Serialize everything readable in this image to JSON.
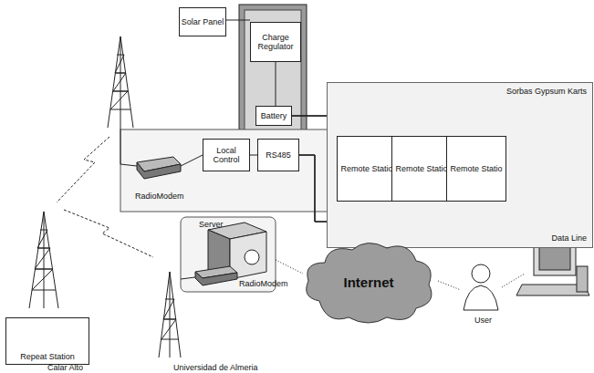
{
  "diagram": {
    "nodes": [
      {
        "text": [
          "Solar Panel"
        ]
      },
      {
        "text": [
          "Charge Regulator"
        ]
      },
      {
        "text": [
          "Battery"
        ]
      },
      {
        "text": [
          "Sorbas Gypsum Karts",
          "Data Line"
        ]
      },
      {
        "text": [
          "Remote Statio"
        ],
        "in": 3
      },
      {
        "text": [
          "Remote Statio"
        ],
        "in": 3
      },
      {
        "text": [
          "Remote Statio"
        ],
        "in": 3
      },
      {
        "text": [
          "Local Control"
        ]
      },
      {
        "text": [
          "RS485"
        ]
      },
      {
        "text": [
          "Internet"
        ]
      },
      {
        "text": [
          "Repeat Station"
        ]
      }
    ],
    "edges": [
      {
        "from": 0,
        "to": 1,
        "arrow": "none"
      },
      {
        "from": 1,
        "to": 2,
        "arrow": "none"
      },
      {
        "from": 2,
        "to": 4,
        "arrow": "none"
      },
      {
        "from": 2,
        "to": 5,
        "arrow": "none"
      },
      {
        "from": 2,
        "to": 6,
        "arrow": "none"
      },
      {
        "from": 7,
        "to": 8,
        "arrow": "none"
      },
      {
        "from": 8,
        "to": 4,
        "arrow": "none"
      },
      {
        "from": 8,
        "to": 5,
        "arrow": "none"
      },
      {
        "from": 8,
        "to": 6,
        "arrow": "none"
      }
    ],
    "labels": [
      "RadioModem",
      "Server",
      "RadioModem",
      "User",
      "Calar Alto",
      "Universidad de Almeria"
    ]
  }
}
